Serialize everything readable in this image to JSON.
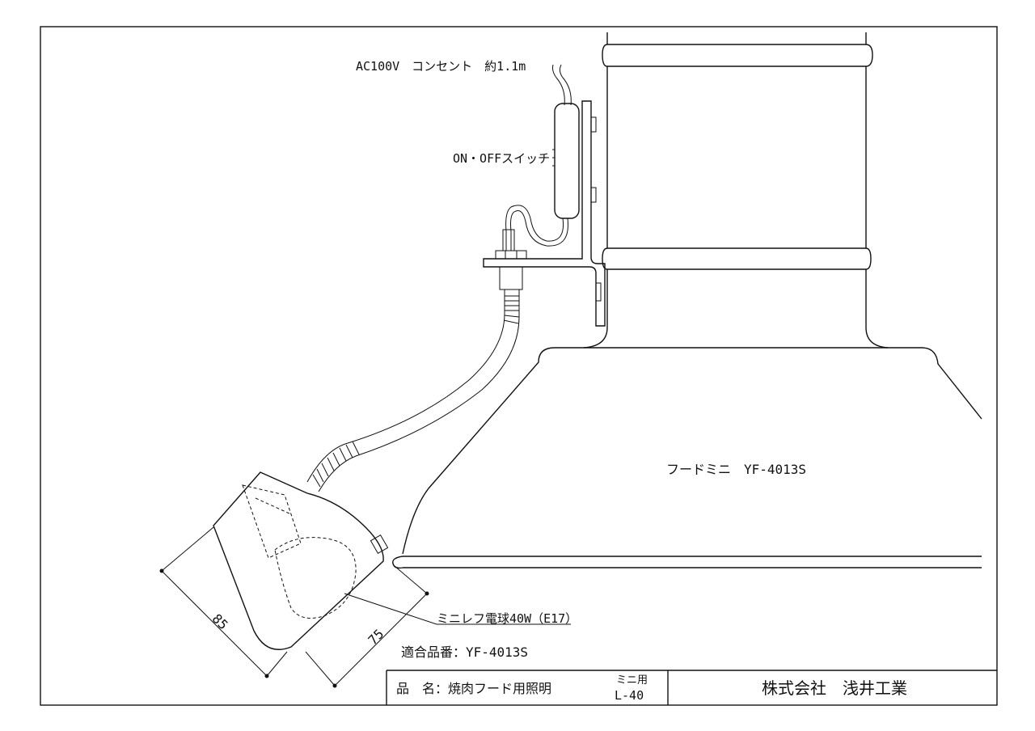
{
  "labels": {
    "power": "AC100V　コンセント　約1.1m",
    "switch": "ON・OFFスイッチ",
    "hood": "フードミニ　YF-4013S",
    "bulb": "ミニレフ電球40W（E17）",
    "compatible": "適合品番：YF-4013S"
  },
  "dimensions": {
    "width": "85",
    "depth": "75"
  },
  "title_block": {
    "product_label": "品　名：焼肉フード用照明",
    "model_top": "ミニ用",
    "model_bottom": "L-40",
    "company": "株式会社　浅井工業"
  }
}
